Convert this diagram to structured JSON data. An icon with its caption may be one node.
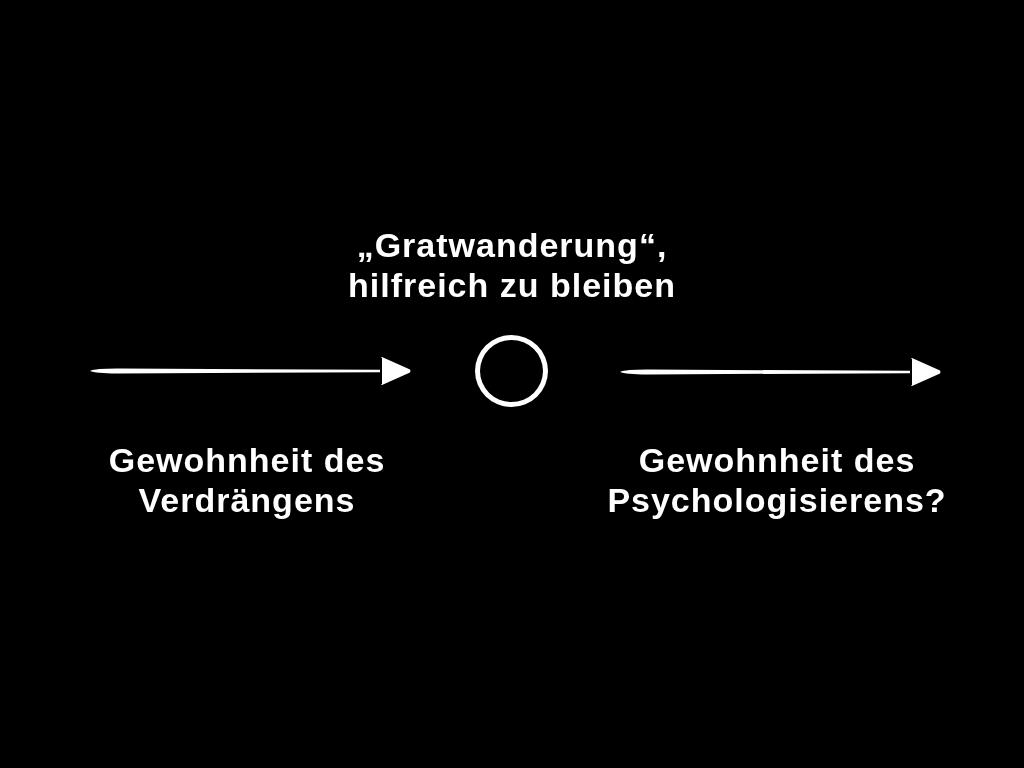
{
  "diagram": {
    "nodes": [
      {
        "text": [],
        "shape": "circle",
        "beside": [
          "„Gratwanderung“, hilfreich zu bleiben"
        ]
      }
    ],
    "labels": [
      "Gewohnheit des Verdrängens",
      "Gewohnheit des Psychologisierens?"
    ]
  }
}
